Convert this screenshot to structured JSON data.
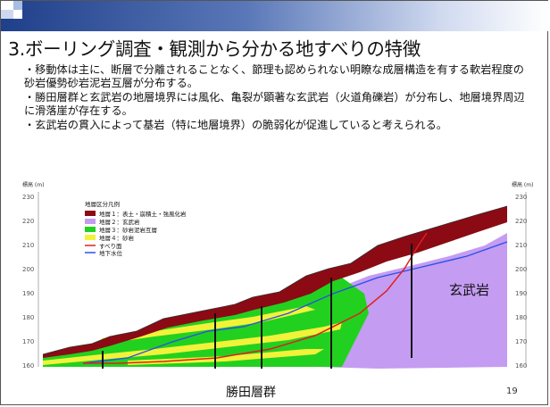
{
  "slide": {
    "title": "3.ボーリング調査・観測から分かる地すべりの特徴",
    "bullets": [
      "・移動体は主に、断層で分離されることなく、節理も認められない明瞭な成層構造を有する軟岩程度の砂岩優勢砂岩泥岩互層が分布する。",
      "・勝田層群と玄武岩の地層境界には風化、亀裂が顕著な玄武岩（火道角礫岩）が分布し、地層境界周辺に滑落崖が存在する。",
      "・玄武岩の貫入によって基岩（特に地層境界）の脆弱化が促進していると考えられる。"
    ],
    "page_number": "19"
  },
  "figure": {
    "axis_title_left": "標高 (m)",
    "axis_title_right": "標高 (m)",
    "y_ticks": [
      "230",
      "220",
      "210",
      "200",
      "190",
      "180",
      "170",
      "160"
    ],
    "legend": {
      "title": "地層区分凡例",
      "items": [
        {
          "label": "地層１：表土・崩積土・強風化岩",
          "color": "#8b0a14"
        },
        {
          "label": "地層２：玄武岩",
          "color": "#c49cf2"
        },
        {
          "label": "地層３：砂岩泥岩互層",
          "color": "#22d11f"
        },
        {
          "label": "地層４：砂岩",
          "color": "#f2f23a"
        },
        {
          "label": "すべり面",
          "color": "#e02020"
        },
        {
          "label": "地下水位",
          "color": "#2a50e8"
        }
      ]
    },
    "label_basalt": "玄武岩",
    "label_katsuta": "勝田層群"
  }
}
